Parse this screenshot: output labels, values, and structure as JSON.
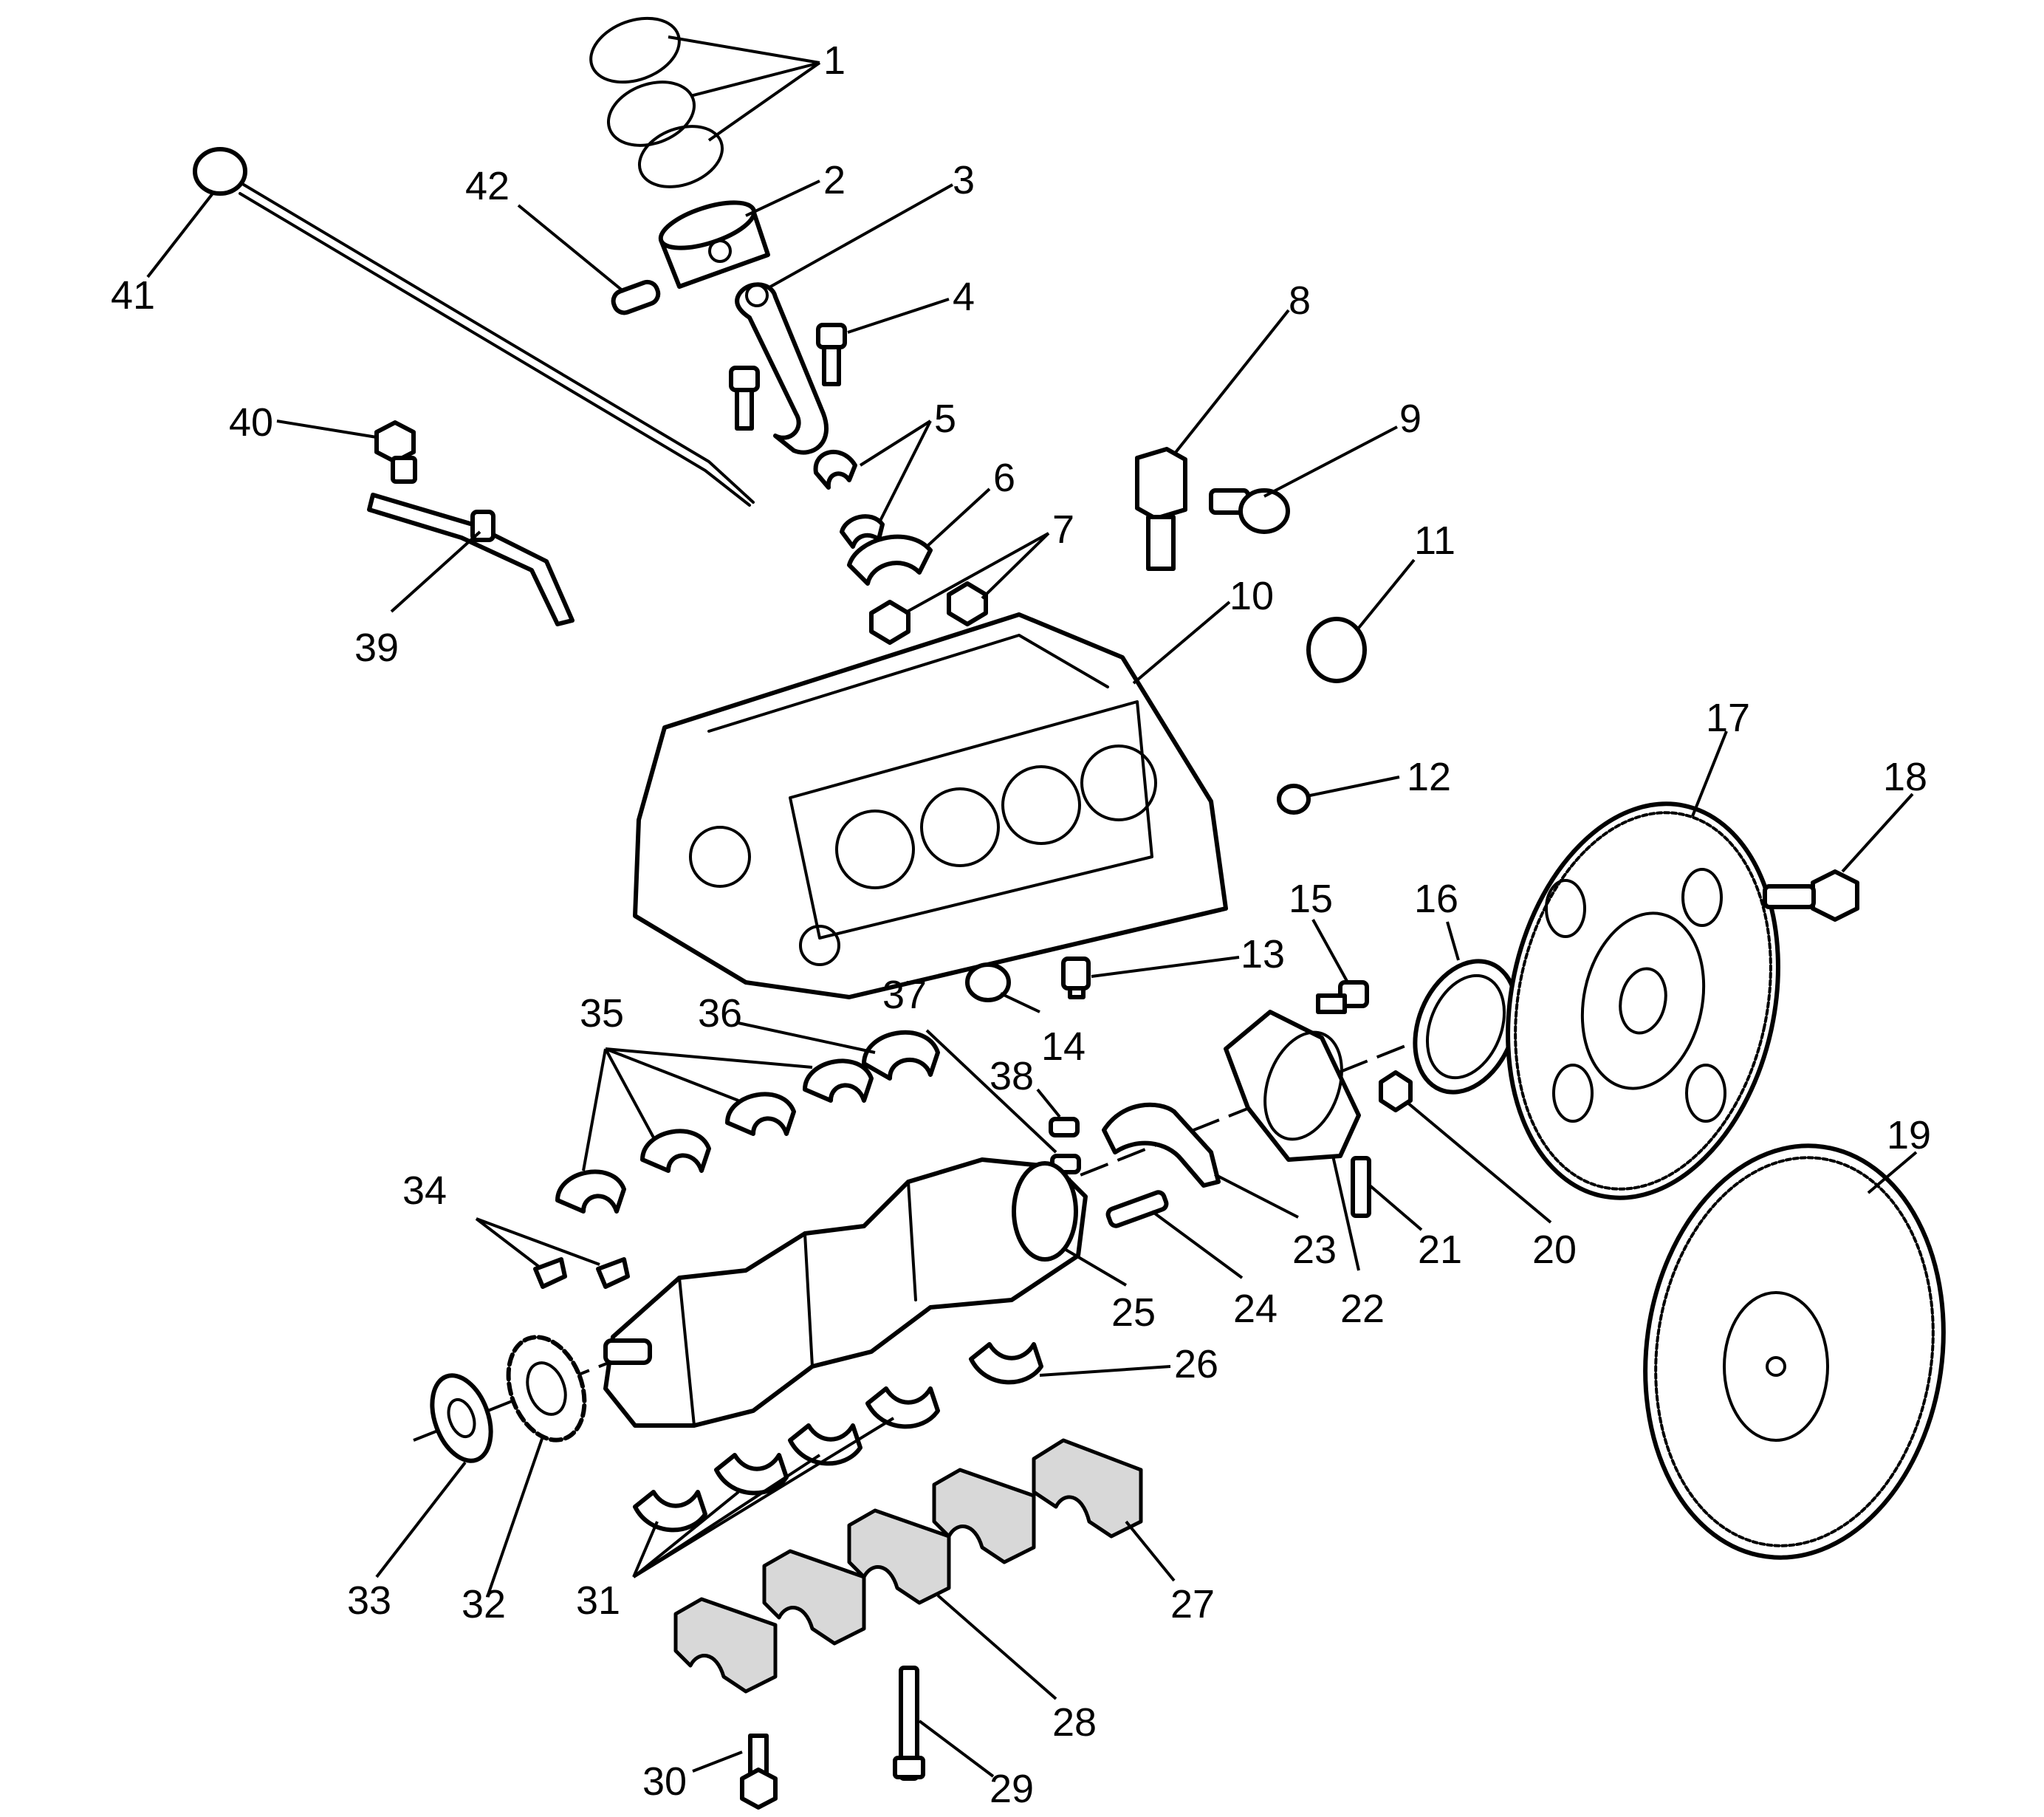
{
  "diagram": {
    "callouts": [
      {
        "id": 1,
        "label": "1"
      },
      {
        "id": 2,
        "label": "2"
      },
      {
        "id": 3,
        "label": "3"
      },
      {
        "id": 4,
        "label": "4"
      },
      {
        "id": 5,
        "label": "5"
      },
      {
        "id": 6,
        "label": "6"
      },
      {
        "id": 7,
        "label": "7"
      },
      {
        "id": 8,
        "label": "8"
      },
      {
        "id": 9,
        "label": "9"
      },
      {
        "id": 10,
        "label": "10"
      },
      {
        "id": 11,
        "label": "11"
      },
      {
        "id": 12,
        "label": "12"
      },
      {
        "id": 13,
        "label": "13"
      },
      {
        "id": 14,
        "label": "14"
      },
      {
        "id": 15,
        "label": "15"
      },
      {
        "id": 16,
        "label": "16"
      },
      {
        "id": 17,
        "label": "17"
      },
      {
        "id": 18,
        "label": "18"
      },
      {
        "id": 19,
        "label": "19"
      },
      {
        "id": 20,
        "label": "20"
      },
      {
        "id": 21,
        "label": "21"
      },
      {
        "id": 22,
        "label": "22"
      },
      {
        "id": 23,
        "label": "23"
      },
      {
        "id": 24,
        "label": "24"
      },
      {
        "id": 25,
        "label": "25"
      },
      {
        "id": 26,
        "label": "26"
      },
      {
        "id": 27,
        "label": "27"
      },
      {
        "id": 28,
        "label": "28"
      },
      {
        "id": 29,
        "label": "29"
      },
      {
        "id": 30,
        "label": "30"
      },
      {
        "id": 31,
        "label": "31"
      },
      {
        "id": 32,
        "label": "32"
      },
      {
        "id": 33,
        "label": "33"
      },
      {
        "id": 34,
        "label": "34"
      },
      {
        "id": 35,
        "label": "35"
      },
      {
        "id": 36,
        "label": "36"
      },
      {
        "id": 37,
        "label": "37"
      },
      {
        "id": 38,
        "label": "38"
      },
      {
        "id": 39,
        "label": "39"
      },
      {
        "id": 40,
        "label": "40"
      },
      {
        "id": 41,
        "label": "41"
      },
      {
        "id": 42,
        "label": "42"
      }
    ],
    "colors": {
      "line": "#000000",
      "background": "#ffffff",
      "shade": "#d8d8d8"
    }
  }
}
